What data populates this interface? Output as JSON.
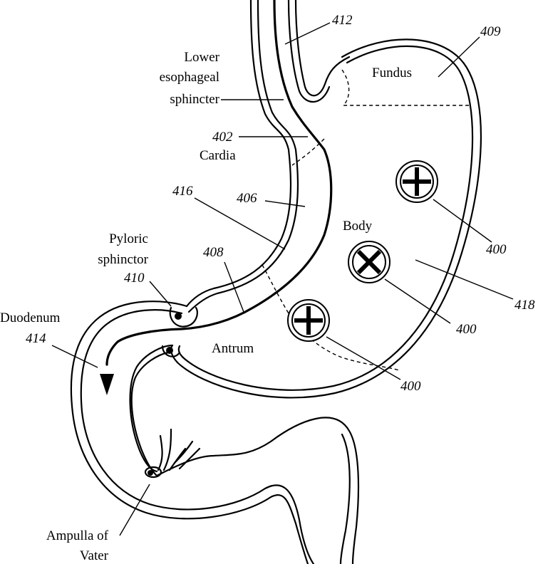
{
  "labels": {
    "lower_esophageal_sphincter": [
      "Lower",
      "esophageal",
      "sphincter"
    ],
    "fundus": "Fundus",
    "cardia": "Cardia",
    "body": "Body",
    "pyloric_sphinctor": [
      "Pyloric",
      "sphinctor"
    ],
    "duodenum": "Duodenum",
    "antrum": "Antrum",
    "ampulla_of_vater": [
      "Ampulla of",
      "Vater"
    ]
  },
  "reference_numerals": {
    "esophagus": "412",
    "fundus": "409",
    "cardia": "402",
    "stomach_wall": "416",
    "inner_lining": "406",
    "antrum": "408",
    "pyloric_sphinctor": "410",
    "duodenum": "414",
    "electrode_top": "400",
    "electrode_middle": "400",
    "electrode_bottom": "400",
    "body_region": "418"
  },
  "devices": [
    {
      "id": "electrode-top",
      "symbol": "plus"
    },
    {
      "id": "electrode-middle",
      "symbol": "cross"
    },
    {
      "id": "electrode-bottom",
      "symbol": "plus"
    }
  ]
}
